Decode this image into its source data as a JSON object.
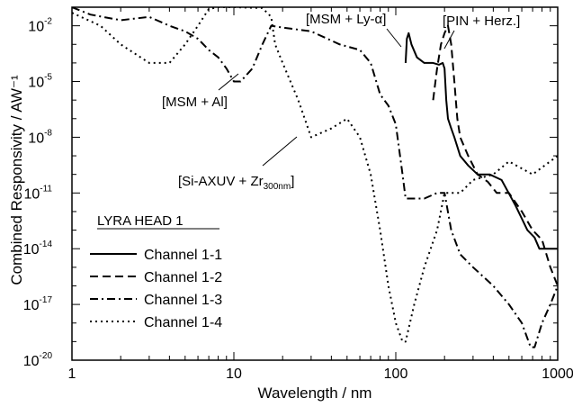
{
  "chart_data": {
    "type": "line",
    "xscale": "log",
    "yscale": "log",
    "xlim": [
      1,
      1000
    ],
    "ylim": [
      1e-20,
      0.1
    ],
    "xlabel": "Wavelength / nm",
    "ylabel": "Combined Responsivity / AW⁻¹",
    "grid": false,
    "x_ticks": [
      {
        "value": 1,
        "label": "1"
      },
      {
        "value": 10,
        "label": "10"
      },
      {
        "value": 100,
        "label": "100"
      },
      {
        "value": 1000,
        "label": "1000"
      }
    ],
    "y_ticks": [
      {
        "value": 0.01,
        "base": "10",
        "exp": "-2"
      },
      {
        "value": 1e-05,
        "base": "10",
        "exp": "-5"
      },
      {
        "value": 1e-08,
        "base": "10",
        "exp": "-8"
      },
      {
        "value": 1e-11,
        "base": "10",
        "exp": "-11"
      },
      {
        "value": 1e-14,
        "base": "10",
        "exp": "-14"
      },
      {
        "value": 1e-17,
        "base": "10",
        "exp": "-17"
      },
      {
        "value": 1e-20,
        "base": "10",
        "exp": "-20"
      }
    ],
    "legend": {
      "title": "LYRA HEAD 1",
      "placement": "lower-left"
    },
    "series": [
      {
        "name": "Channel 1-1",
        "dash": "solid",
        "points": [
          [
            115,
            0.0001
          ],
          [
            117,
            0.002
          ],
          [
            120,
            0.004
          ],
          [
            125,
            0.001
          ],
          [
            135,
            0.0002
          ],
          [
            150,
            0.0001
          ],
          [
            170,
            0.0001
          ],
          [
            185,
            8e-05
          ],
          [
            195,
            0.0001
          ],
          [
            200,
            5e-05
          ],
          [
            205,
            1e-06
          ],
          [
            210,
            1e-07
          ],
          [
            220,
            3e-08
          ],
          [
            230,
            1e-08
          ],
          [
            250,
            1e-09
          ],
          [
            280,
            3e-10
          ],
          [
            320,
            1e-10
          ],
          [
            380,
            1e-10
          ],
          [
            450,
            5e-11
          ],
          [
            550,
            2e-12
          ],
          [
            650,
            1e-13
          ],
          [
            720,
            4e-14
          ],
          [
            770,
            1e-14
          ],
          [
            800,
            1e-14
          ],
          [
            900,
            1e-14
          ],
          [
            1000,
            1e-14
          ]
        ]
      },
      {
        "name": "Channel 1-2",
        "dash": "dashed",
        "points": [
          [
            170,
            1e-06
          ],
          [
            180,
            5e-05
          ],
          [
            190,
            0.001
          ],
          [
            200,
            0.004
          ],
          [
            210,
            0.01
          ],
          [
            220,
            0.001
          ],
          [
            230,
            1e-05
          ],
          [
            240,
            1e-07
          ],
          [
            250,
            1e-08
          ],
          [
            280,
            1e-09
          ],
          [
            320,
            1e-10
          ],
          [
            370,
            4e-11
          ],
          [
            420,
            1e-11
          ],
          [
            500,
            1e-11
          ],
          [
            600,
            1e-12
          ],
          [
            700,
            1e-13
          ],
          [
            800,
            3e-14
          ],
          [
            900,
            1e-15
          ],
          [
            1000,
            1e-16
          ]
        ]
      },
      {
        "name": "Channel 1-3",
        "dash": "dashdot",
        "points": [
          [
            1,
            0.1
          ],
          [
            1.3,
            0.04
          ],
          [
            2,
            0.02
          ],
          [
            3,
            0.03
          ],
          [
            4,
            0.01
          ],
          [
            5,
            0.005
          ],
          [
            6,
            0.002
          ],
          [
            7,
            0.0005
          ],
          [
            8,
            0.0002
          ],
          [
            9,
            5e-05
          ],
          [
            10,
            1e-05
          ],
          [
            11,
            1e-05
          ],
          [
            13,
            5e-05
          ],
          [
            15,
            0.001
          ],
          [
            17,
            0.01
          ],
          [
            20,
            0.008
          ],
          [
            30,
            0.005
          ],
          [
            45,
            0.001
          ],
          [
            60,
            0.0005
          ],
          [
            70,
            0.0001
          ],
          [
            80,
            2e-06
          ],
          [
            90,
            5e-07
          ],
          [
            100,
            5e-08
          ],
          [
            110,
            1e-10
          ],
          [
            115,
            5e-12
          ],
          [
            120,
            5e-12
          ],
          [
            150,
            5e-12
          ],
          [
            180,
            1e-11
          ],
          [
            200,
            1e-11
          ],
          [
            220,
            1e-13
          ],
          [
            250,
            5e-15
          ],
          [
            300,
            1e-15
          ],
          [
            400,
            1e-16
          ],
          [
            500,
            1e-17
          ],
          [
            600,
            1e-18
          ],
          [
            680,
            5e-20
          ],
          [
            720,
            5e-20
          ],
          [
            800,
            1e-18
          ],
          [
            900,
            1e-17
          ],
          [
            1000,
            1e-16
          ]
        ]
      },
      {
        "name": "Channel 1-4",
        "dash": "dotted",
        "points": [
          [
            1,
            0.05
          ],
          [
            1.5,
            0.01
          ],
          [
            2,
            0.001
          ],
          [
            3,
            0.0001
          ],
          [
            4,
            0.0001
          ],
          [
            5,
            0.001
          ],
          [
            6,
            0.01
          ],
          [
            7,
            0.08
          ],
          [
            8,
            0.1
          ],
          [
            10,
            0.1
          ],
          [
            15,
            0.09
          ],
          [
            17,
            0.03
          ],
          [
            18,
            0.001
          ],
          [
            20,
            0.0001
          ],
          [
            25,
            1e-06
          ],
          [
            30,
            1e-08
          ],
          [
            40,
            3e-08
          ],
          [
            50,
            1e-07
          ],
          [
            60,
            1e-08
          ],
          [
            70,
            1e-10
          ],
          [
            80,
            1e-13
          ],
          [
            90,
            1e-16
          ],
          [
            100,
            1e-18
          ],
          [
            110,
            1e-19
          ],
          [
            115,
            1e-19
          ],
          [
            130,
            1e-17
          ],
          [
            150,
            1e-15
          ],
          [
            180,
            1e-13
          ],
          [
            200,
            1e-11
          ],
          [
            220,
            1e-11
          ],
          [
            250,
            1e-11
          ],
          [
            300,
            5e-11
          ],
          [
            400,
            1e-10
          ],
          [
            500,
            5e-10
          ],
          [
            700,
            1e-10
          ],
          [
            1000,
            1e-09
          ]
        ]
      }
    ],
    "annotations": [
      {
        "id": "msm-al",
        "text": "[MSM + Al]"
      },
      {
        "id": "msm-lya",
        "text": "[MSM + Ly-α]"
      },
      {
        "id": "pin-herz",
        "text": "[PIN + Herz.]"
      },
      {
        "id": "si-axuv",
        "text": "[Si-AXUV + Zr",
        "subscript": "300nm",
        "suffix": "]"
      }
    ]
  }
}
